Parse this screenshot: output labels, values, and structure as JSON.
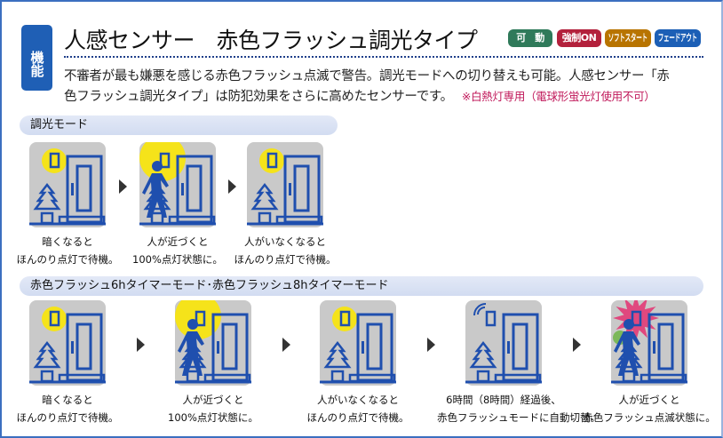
{
  "tag": "機能",
  "title": "人感センサー　赤色フラッシュ調光タイプ",
  "badges": [
    {
      "label": "可　動",
      "color": "#2f7a5a"
    },
    {
      "label": "強制ON",
      "color": "#b3213c"
    },
    {
      "label": "ソフトスタート",
      "color": "#b87400"
    },
    {
      "label": "フェードアウト",
      "color": "#1c5fb6"
    }
  ],
  "description": {
    "line1": "不審者が最も嫌悪を感じる赤色フラッシュ点滅で警告。調光モードへの切り替えも可能。人感センサー「赤",
    "line2": "色フラッシュ調光タイプ」は防犯効果をさらに高めたセンサーです。",
    "note": "※白熱灯専用（電球形蛍光灯使用不可）"
  },
  "colors": {
    "line": "#1f4fae",
    "panel": "#c9c9c9",
    "light": "#f5e31a",
    "flash": "#e0487e",
    "bag": "#7cb85a"
  },
  "sections": [
    {
      "title": "調光モード",
      "steps": [
        {
          "scene": "small-light",
          "l1": "暗くなると",
          "l2": "ほんのり点灯で待機。"
        },
        {
          "scene": "large-light-person",
          "l1": "人が近づくと",
          "l2": "100%点灯状態に。"
        },
        {
          "scene": "small-light",
          "l1": "人がいなくなると",
          "l2": "ほんのり点灯で待機。"
        }
      ]
    },
    {
      "title": "赤色フラッシュ6hタイマーモード･赤色フラッシュ8hタイマーモード",
      "steps": [
        {
          "scene": "small-light",
          "l1": "暗くなると",
          "l2": "ほんのり点灯で待機。"
        },
        {
          "scene": "large-light-person",
          "l1": "人が近づくと",
          "l2": "100%点灯状態に。"
        },
        {
          "scene": "small-light",
          "l1": "人がいなくなると",
          "l2": "ほんのり点灯で待機。"
        },
        {
          "scene": "signal-off",
          "l1": "6時間（8時間）経過後、",
          "l2": "赤色フラッシュモードに自動切替。"
        },
        {
          "scene": "flash-intruder",
          "l1": "人が近づくと",
          "l2": "赤色フラッシュ点滅状態に。"
        }
      ]
    }
  ]
}
